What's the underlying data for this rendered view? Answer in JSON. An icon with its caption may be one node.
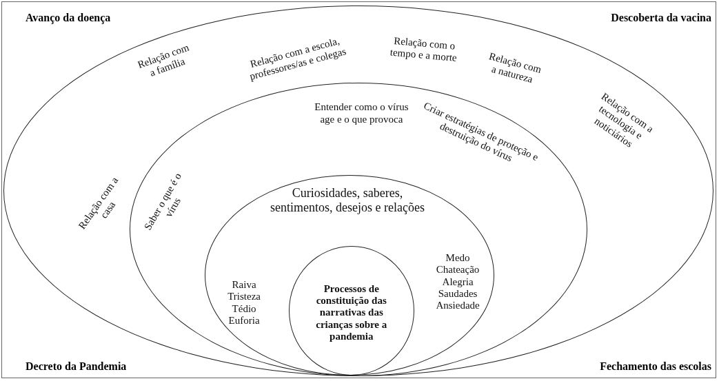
{
  "diagram": {
    "nodes": [
      {
        "text": [
          "Relação com a casa",
          "Relação com a família",
          "Relação com a escola, professores/as e colegas",
          "Relação com o tempo e a morte",
          "Relação com a natureza",
          "Relação com a tecnologia e noticiários"
        ]
      },
      {
        "text": [
          "Saber o que é o vírus",
          "Entender como o vírus age e o que provoca",
          "Criar estratégias de proteção e destruição do vírus"
        ],
        "in": 0
      },
      {
        "text": [
          "Curiosidades, saberes, sentimentos, desejos e relações",
          "Raiva Tristeza Tédio Euforia",
          "Medo Chateação Alegria Saudades Ansiedade"
        ],
        "in": 1
      },
      {
        "text": [
          "Processos de constituição das narrativas das crianças sobre a pandemia"
        ],
        "in": 2
      }
    ],
    "labels": [
      "Avanço da doença",
      "Descoberta da vacina",
      "Decreto da Pandemia",
      "Fechamento das escolas"
    ]
  }
}
